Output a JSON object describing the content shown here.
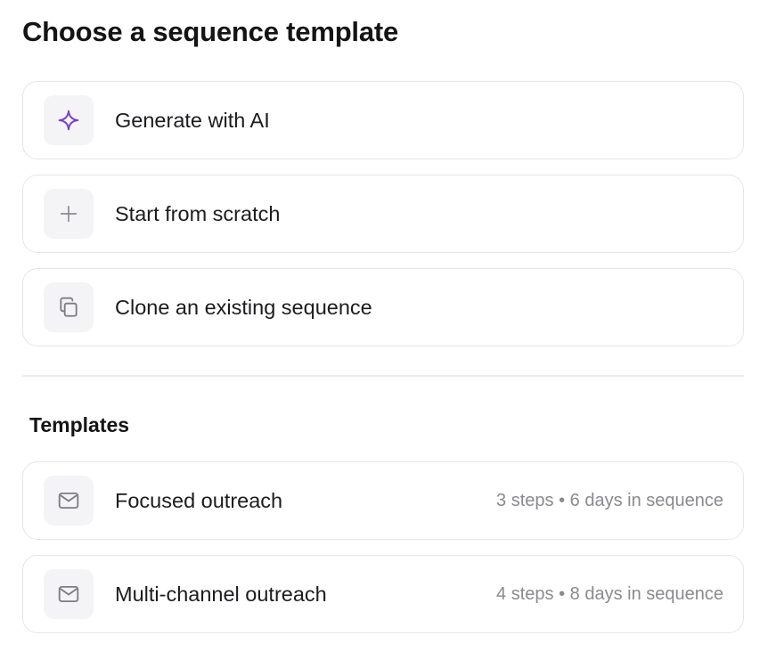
{
  "title": "Choose a sequence template",
  "accent_color": "#7b3fc7",
  "options": [
    {
      "label": "Generate with AI",
      "icon": "sparkle-icon"
    },
    {
      "label": "Start from scratch",
      "icon": "plus-icon"
    },
    {
      "label": "Clone an existing sequence",
      "icon": "copy-icon"
    }
  ],
  "templates_section": {
    "title": "Templates",
    "items": [
      {
        "label": "Focused outreach",
        "meta": "3 steps • 6 days in sequence",
        "icon": "mail-icon"
      },
      {
        "label": "Multi-channel outreach",
        "meta": "4 steps • 8 days in sequence",
        "icon": "mail-icon"
      }
    ]
  }
}
